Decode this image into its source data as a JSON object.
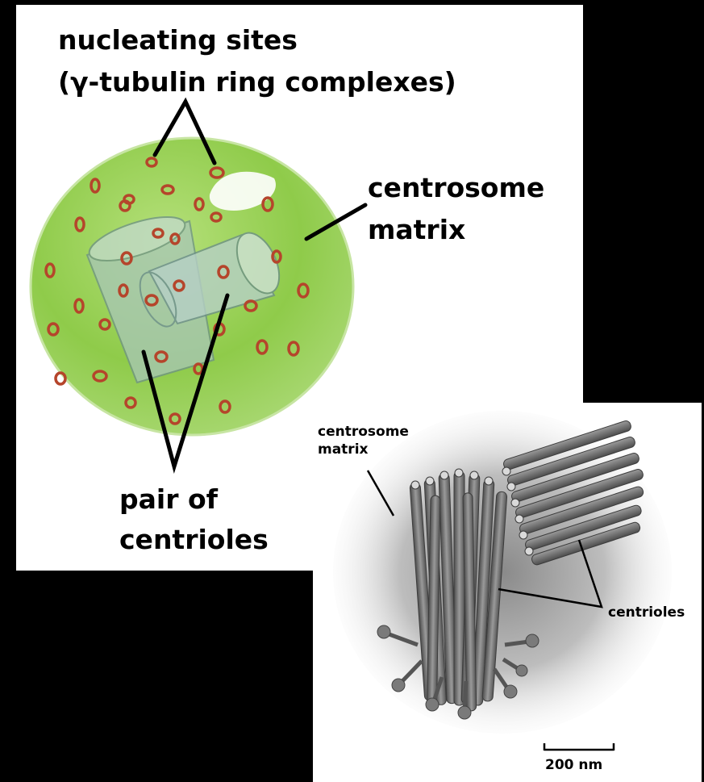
{
  "illustration": {
    "label_nucleating_line1": "nucleating sites",
    "label_nucleating_line2": "(γ-tubulin ring complexes)",
    "label_matrix_line1": "centrosome",
    "label_matrix_line2": "matrix",
    "label_centrioles_line1": "pair of",
    "label_centrioles_line2": "centrioles",
    "sphere_color": "#8fcb4a",
    "ring_color": "#b5452b"
  },
  "model": {
    "label_matrix_line1": "centrosome",
    "label_matrix_line2": "matrix",
    "label_centrioles": "centrioles",
    "scale_bar_label": "200 nm",
    "tube_color": "#6f6f6f"
  }
}
